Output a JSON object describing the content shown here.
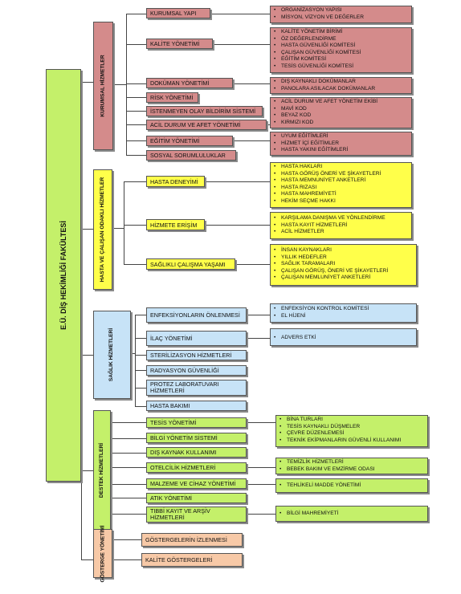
{
  "root": "E.Ü. DİŞ HEKİMLİĞİ FAKÜLTESİ",
  "sections": {
    "kurumsal": {
      "title": "KURUMSAL HİZMETLER",
      "items": [
        {
          "label": "KURUMSAL YAPI",
          "details": [
            "ORGANİZASYON YAPISI",
            "MİSYON, VİZYON VE DEĞERLER"
          ]
        },
        {
          "label": "KALİTE YÖNETİMİ",
          "details": [
            "KALİTE YÖNETİM BİRİMİ",
            "ÖZ DEĞERLENDİRME",
            "HASTA GÜVENLİĞİ KOMİTESİ",
            "ÇALIŞAN GÜVENLİĞİ KOMİTESİ",
            "EĞİTİM KOMİTESİ",
            "TESİS GÜVENLİĞİ KOMİTESİ"
          ]
        },
        {
          "label": "DOKÜMAN YÖNETİMİ",
          "details": [
            "DIŞ KAYNAKLI DOKÜMANLAR",
            "PANOLARA ASILACAK DOKÜMANLAR"
          ]
        },
        {
          "label": "RİSK YÖNETİMİ"
        },
        {
          "label": "İSTENMEYEN OLAY BİLDİRİM SİSTEMİ"
        },
        {
          "label": "ACİL DURUM VE AFET YÖNETİMİ",
          "details": [
            "ACİL DURUM VE AFET YÖNETİM EKİBİ",
            "MAVİ KOD",
            "BEYAZ KOD",
            "KIRMIZI KOD"
          ]
        },
        {
          "label": "EĞİTİM YÖNETİMİ",
          "details": [
            "UYUM EĞİTİMLERİ",
            "HİZMET İÇİ EĞİTİMLER",
            "HASTA YAKINI EĞİTİMLERİ"
          ]
        },
        {
          "label": "SOSYAL SORUMLULUKLAR"
        }
      ]
    },
    "hasta": {
      "title": "HASTA VE ÇALIŞAN ODAKLI HİZMETLER",
      "items": [
        {
          "label": "HASTA DENEYİMİ",
          "details": [
            "HASTA HAKLARI",
            "HASTA GÖRÜŞ ÖNERİ VE ŞİKAYETLERİ",
            "HASTA MEMNUNİYET ANKETLERİ",
            "HASTA RIZASI",
            "HASTA MAHREMİYETİ",
            "HEKİM SEÇME HAKKI"
          ]
        },
        {
          "label": "HİZMETE ERİŞİM",
          "details": [
            "KARŞILAMA DANIŞMA VE YÖNLENDİRME",
            "HASTA KAYIT HİZMETLERİ",
            "ACİL HİZMETLER"
          ]
        },
        {
          "label": "SAĞLIKLI ÇALIŞMA YAŞAMI",
          "details": [
            "İNSAN KAYNAKLARI",
            "YILLIK HEDEFLER",
            "SAĞLIK TARAMALARI",
            "ÇALIŞAN GÖRÜŞ, ÖNERİ VE ŞİKAYETLERİ",
            "ÇALIŞAN MEMLUNİYET ANKETLERİ"
          ]
        }
      ]
    },
    "saglik": {
      "title": "SAĞLIK HİZMETLERİ",
      "items": [
        {
          "label": "ENFEKSİYONLARIN ÖNLENMESİ",
          "details": [
            "ENFEKSİYON KONTROL KOMİTESİ",
            "EL HİJENİ"
          ]
        },
        {
          "label": "İLAÇ YÖNETİMİ",
          "details": [
            "ADVERS ETKİ"
          ]
        },
        {
          "label": "STERİLİZASYON HİZMETLERİ"
        },
        {
          "label": "RADYASYON GÜVENLİĞİ"
        },
        {
          "label": "PROTEZ LABORATUVARI HİZMETLERİ"
        },
        {
          "label": "HASTA BAKIMI"
        }
      ]
    },
    "destek": {
      "title": "DESTEK HİZMETLERİ",
      "items": [
        {
          "label": "TESİS YÖNETİMİ",
          "details": [
            "BİNA TURLARI",
            "TESİS KAYNAKLI DÜŞMELER",
            "ÇEVRE DÜZENLEMESİ",
            "TEKNİK EKİPMANLARIN GÜVENLİ KULLANIMI"
          ]
        },
        {
          "label": "BİLGİ YÖNETİM SİSTEMİ"
        },
        {
          "label": "DIŞ KAYNAK KULLANIMI"
        },
        {
          "label": "OTELCİLİK HİZMETLERİ",
          "details": [
            "TEMİZLİK HİZMETLERİ",
            "BEBEK BAKIM VE EMZİRME ODASI"
          ]
        },
        {
          "label": "MALZEME VE CİHAZ YÖNETİMİ",
          "details": [
            "TEHLİKELİ MADDE YÖNETİMİ"
          ]
        },
        {
          "label": "ATIK YÖNETİMİ"
        },
        {
          "label": "TIBBİ KAYIT VE ARŞİV HİZMETLERİ",
          "details": [
            "BİLGİ MAHREMİYETİ"
          ]
        }
      ]
    },
    "gosterge": {
      "title": "GÖSTERGE YÖNETİMİ",
      "items": [
        {
          "label": "GÖSTERGELERİN İZLENMESİ"
        },
        {
          "label": "KALİTE GÖSTERGELERİ"
        }
      ]
    }
  },
  "colors": {
    "kurumsal": "#d48b8b",
    "hasta": "#ffff4a",
    "saglik": "#c7e3f7",
    "destek": "#c4f06a",
    "gosterge": "#f7c9a7"
  }
}
